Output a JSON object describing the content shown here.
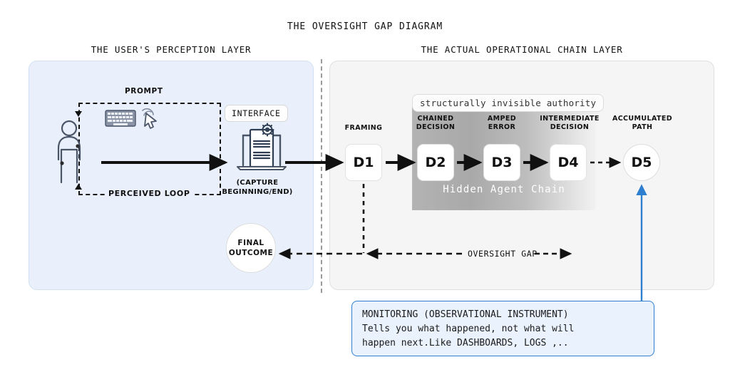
{
  "title": "THE OVERSIGHT GAP DIAGRAM",
  "panels": {
    "left": {
      "title": "THE USER'S PERCEPTION LAYER",
      "bg": "#e9f0fb"
    },
    "right": {
      "title": "THE ACTUAL OPERATIONAL CHAIN LAYER",
      "bg": "#f5f5f5"
    }
  },
  "left_panel": {
    "prompt_label": "PROMPT",
    "perceived_loop_label": "PERCEIVED LOOP",
    "interface_pill": "INTERFACE",
    "capture_note_line1": "(CAPTURE",
    "capture_note_line2": "BEGINNING/END)",
    "final_outcome_line1": "FINAL",
    "final_outcome_line2": "OUTCOME",
    "icons": [
      "person-icon",
      "keyboard-icon",
      "cursor-click-icon",
      "laptop-interface-icon"
    ]
  },
  "right_panel": {
    "authority_pill": "structurally invisible authority",
    "hidden_chain_label": "Hidden Agent Chain",
    "oversight_gap_label": "OVERSIGHT GAP",
    "nodes": [
      {
        "id": "D1",
        "label": "FRAMING",
        "shape": "rounded-box"
      },
      {
        "id": "D2",
        "label": "CHAINED\nDECISION",
        "shape": "rounded-box"
      },
      {
        "id": "D3",
        "label": "AMPED\nERROR",
        "shape": "rounded-box"
      },
      {
        "id": "D4",
        "label": "INTERMEDIATE\nDECISION",
        "shape": "rounded-box"
      },
      {
        "id": "D5",
        "label": "ACCUMULATED\nPATH",
        "shape": "circle"
      }
    ],
    "node_labels": {
      "d1": "FRAMING",
      "d2_l1": "CHAINED",
      "d2_l2": "DECISION",
      "d3_l1": "AMPED",
      "d3_l2": "ERROR",
      "d4_l1": "INTERMEDIATE",
      "d4_l2": "DECISION",
      "d5_l1": "ACCUMULATED",
      "d5_l2": "PATH"
    },
    "node_ids": {
      "d1": "D1",
      "d2": "D2",
      "d3": "D3",
      "d4": "D4",
      "d5": "D5"
    }
  },
  "monitoring": {
    "line1": "MONITORING (OBSERVATIONAL INSTRUMENT)",
    "line2": "Tells you what happened, not what will",
    "line3": "happen next.Like DASHBOARDS, LOGS ,..",
    "accent": "#2f7fd0"
  },
  "colors": {
    "accent_blue": "#2f7fd0",
    "left_panel_bg": "#e9f0fb",
    "right_panel_bg": "#f5f5f5",
    "chain_gradient_dark": "#a9a9a9",
    "chain_gradient_light": "#f2f2f2",
    "text": "#111111"
  }
}
